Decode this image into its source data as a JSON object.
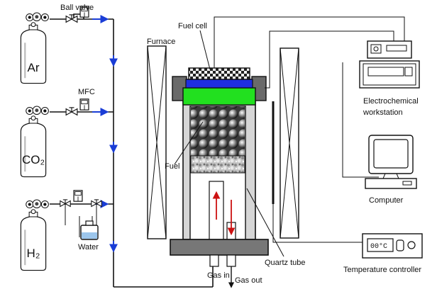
{
  "labels": {
    "ball_valve": "Ball valve",
    "mfc": "MFC",
    "furnace": "Furnace",
    "fuel_cell": "Fuel cell",
    "fuel": "Fuel",
    "water": "Water",
    "gas_in": "Gas in",
    "gas_out": "Gas out",
    "quartz_tube": "Quartz tube",
    "electrochemical_1": "Electrochemical",
    "electrochemical_2": "workstation",
    "computer": "Computer",
    "temperature_controller": "Temperature controller"
  },
  "cylinders": [
    {
      "label": "Ar"
    },
    {
      "label": "CO₂"
    },
    {
      "label": "H₂"
    }
  ],
  "controller_display": "00°C",
  "colors": {
    "flow_arrow": "#1a3dd6",
    "anode_layer": "#1f2ee0",
    "cathode_layer": "#22e01f",
    "inner_arrow": "#cc1111",
    "furnace_body": "#cfcfcf",
    "base": "#777777"
  }
}
